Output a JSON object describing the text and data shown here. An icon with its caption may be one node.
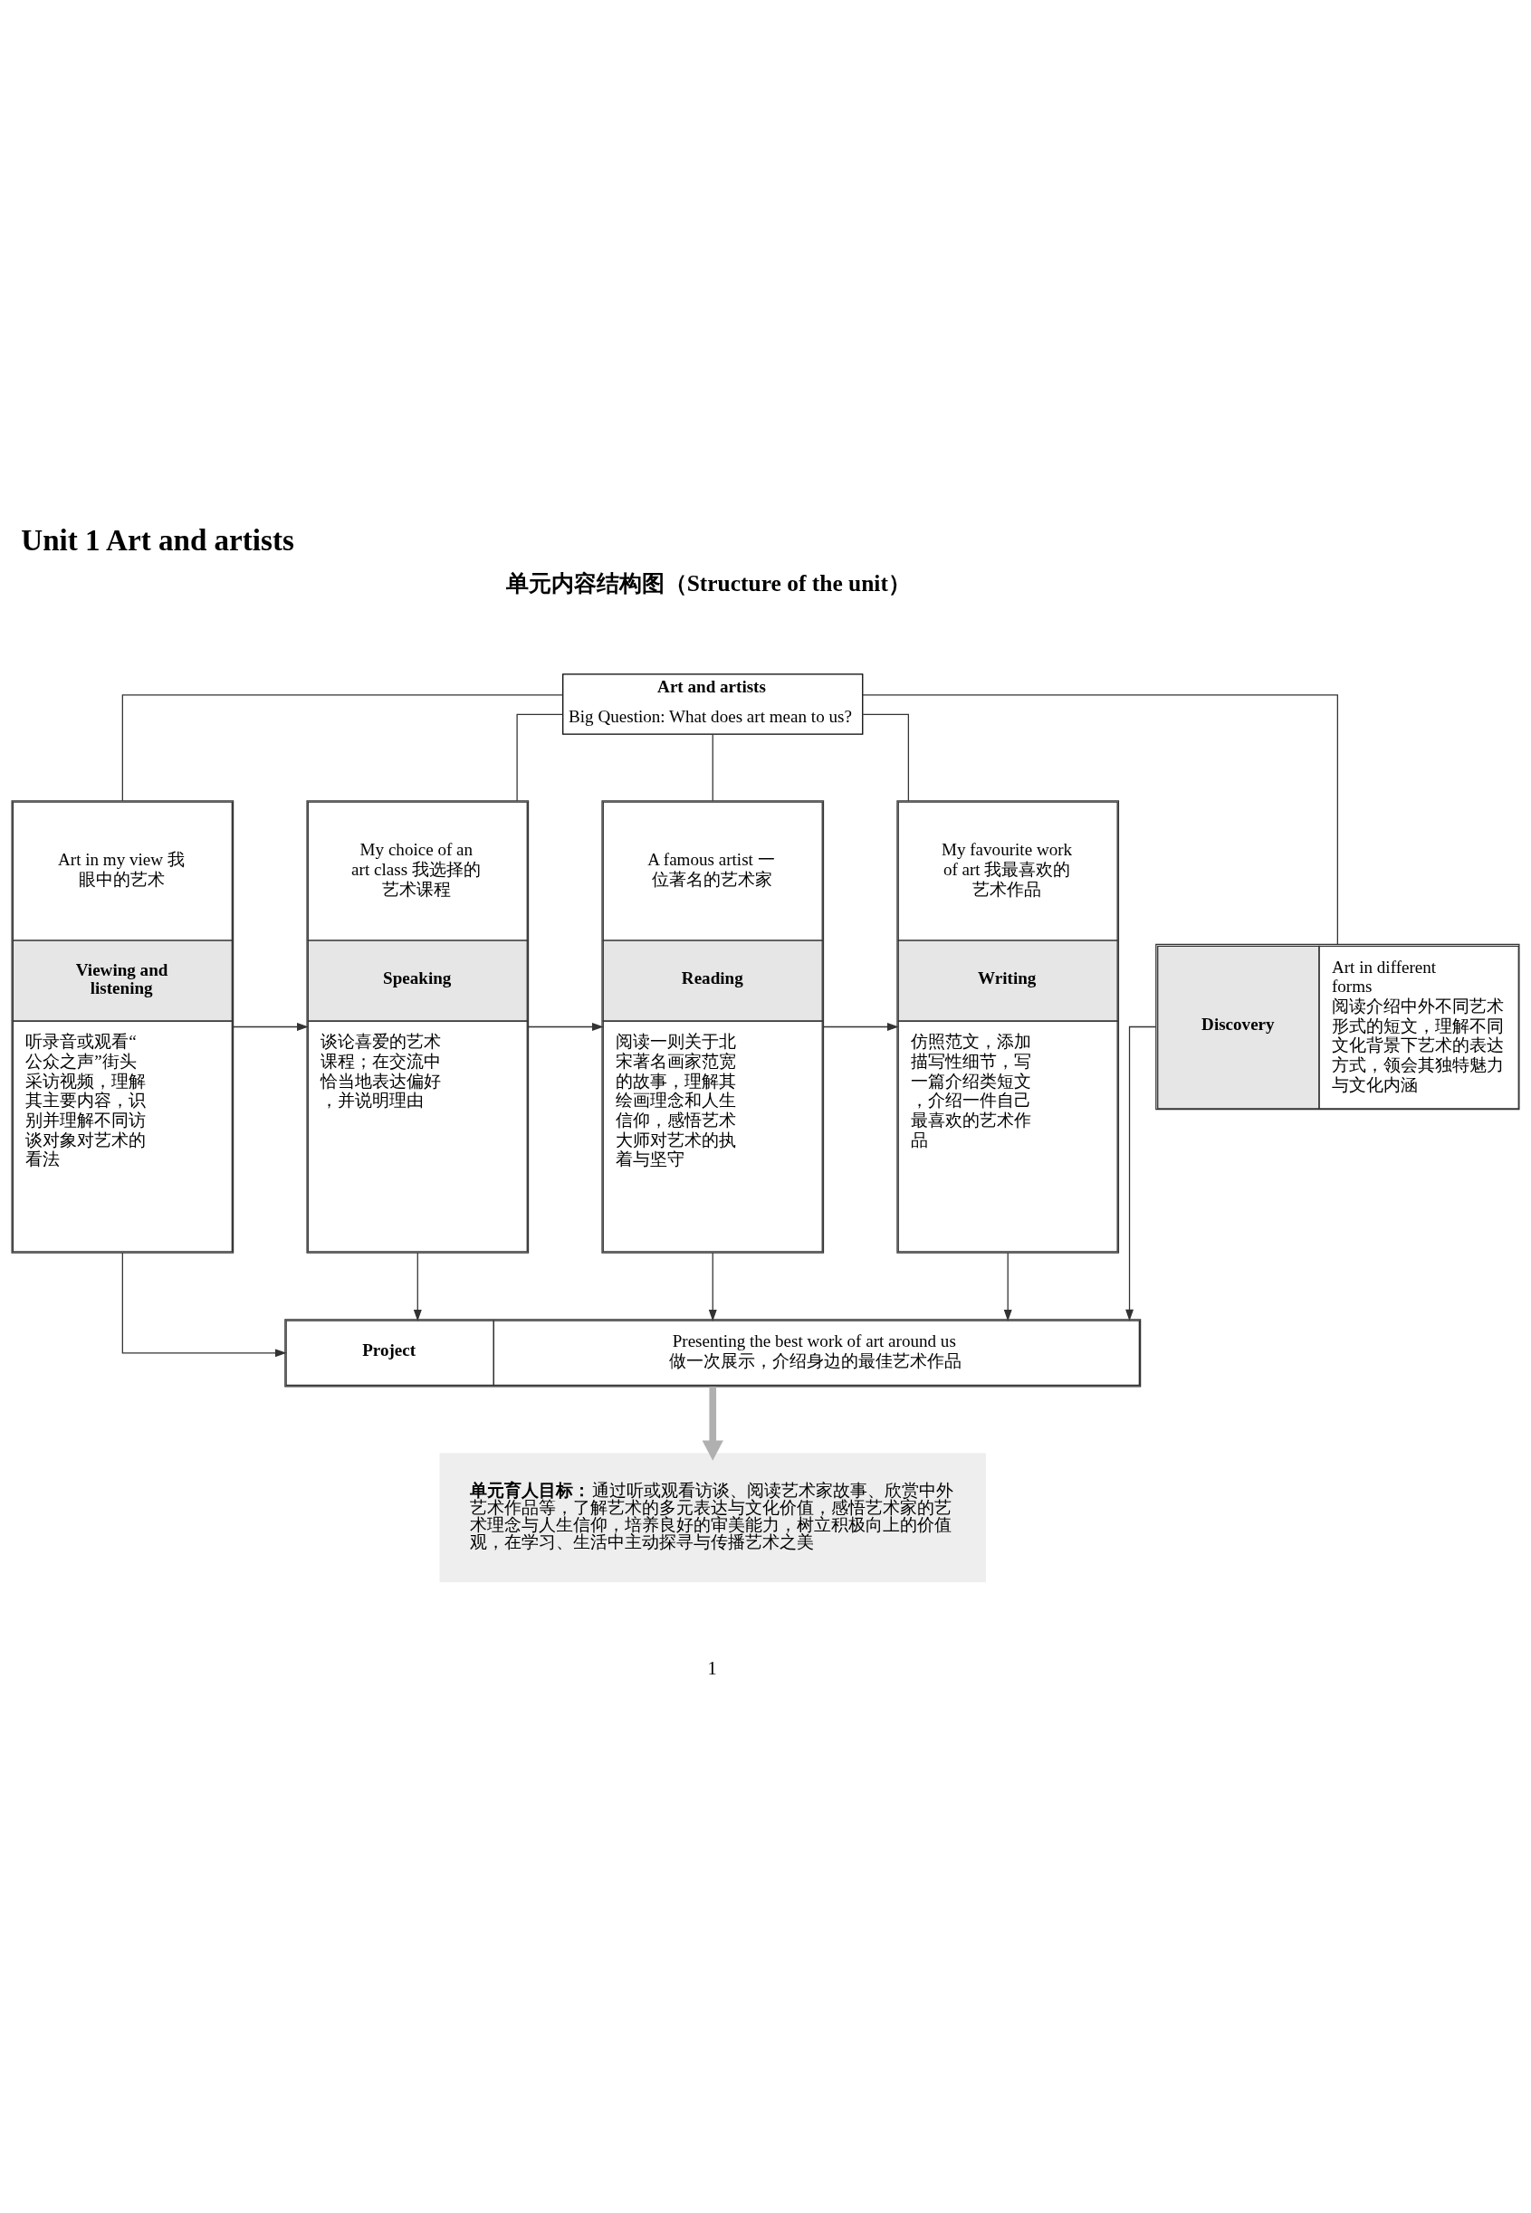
{
  "diagram": {
    "title": "Unit 1 Art and artists",
    "nodes": [
      {
        "text": [
          "Art and artists",
          "Big Question: What does art mean to us?"
        ]
      },
      {
        "text": [
          "Art in my view 我眼中的艺术",
          "Viewing and listening",
          "听录音或观看“公众之声”街头采访视频，理解其主要内容，识别并理解不同访谈对象对艺术的看法"
        ]
      },
      {
        "text": [
          "My choice of an art class 我选择的艺术课程",
          "Speaking",
          "谈论喜爱的艺术课程；在交流中恰当地表达偏好，并说明理由"
        ]
      },
      {
        "text": [
          "A famous artist 一位著名的艺术家",
          "Reading",
          "阅读一则关于北宋著名画家范宽的故事，理解其绘画理念和人生信仰，感悟艺术大师对艺术的执着与坚守"
        ]
      },
      {
        "text": [
          "My favourite work of art 我最喜欢的艺术作品",
          "Writing",
          "仿照范文，添加描写性细节，写一篇介绍类短文，介绍一件自己最喜欢的艺术作品"
        ]
      },
      {
        "text": [
          "Discovery",
          "Art in different forms",
          "阅读介绍中外不同艺术形式的短文，理解不同文化背景下艺术的表达方式，领会其独特魅力与文化内涵"
        ]
      },
      {
        "text": [
          "Project",
          "Presenting the best work of art around us",
          "做一次展示，介绍身边的最佳艺术作品"
        ]
      },
      {
        "text": [
          "**单元育人目标：**通过听或观看访谈、阅读艺术家故事、欣赏中外艺术作品等，了解艺术的多元表达与文化价值，感悟艺术家的艺术理念与人生信仰，培养良好的审美能力，树立积极向上的价值观，在学习、生活中主动探寻与传播艺术之美"
        ]
      }
    ],
    "edges": [
      {
        "from": 0,
        "to": 1,
        "arrow": "none"
      },
      {
        "from": 0,
        "to": 2,
        "arrow": "none"
      },
      {
        "from": 0,
        "to": 3,
        "arrow": "none"
      },
      {
        "from": 0,
        "to": 4,
        "arrow": "none"
      },
      {
        "from": 0,
        "to": 5,
        "arrow": "none"
      },
      {
        "from": 1,
        "to": 2,
        "arrow": "to"
      },
      {
        "from": 2,
        "to": 3,
        "arrow": "to"
      },
      {
        "from": 3,
        "to": 4,
        "arrow": "to"
      },
      {
        "from": 1,
        "to": 6,
        "arrow": "to"
      },
      {
        "from": 2,
        "to": 6,
        "arrow": "to"
      },
      {
        "from": 5,
        "to": 6,
        "arrow": "to"
      },
      {
        "from": 3,
        "to": 6,
        "arrow": "to"
      },
      {
        "from": 4,
        "to": 6,
        "arrow": "to"
      },
      {
        "from": 6,
        "to": 7,
        "arrow": "to",
        "style": "thick",
        "color": "#b0b0b0"
      }
    ],
    "labels": [
      "单元内容结构图（Structure of the unit）",
      "1"
    ]
  }
}
